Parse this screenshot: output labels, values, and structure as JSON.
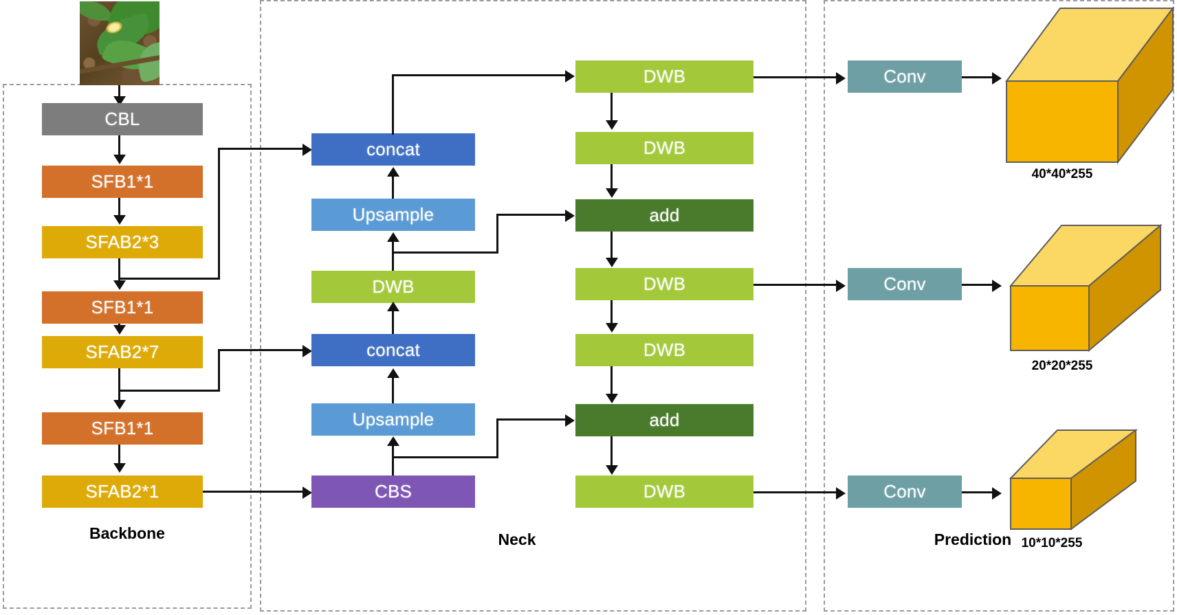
{
  "groups": [
    {
      "label": "Backbone"
    },
    {
      "label": "Neck"
    },
    {
      "label": "Prediction"
    }
  ],
  "backbone": {
    "blocks": [
      {
        "label": "CBL",
        "color": "#7d7d7d"
      },
      {
        "label": "SFB1*1",
        "color": "#d3712b"
      },
      {
        "label": "SFAB2*3",
        "color": "#ddaa07"
      },
      {
        "label": "SFB1*1",
        "color": "#d3712b"
      },
      {
        "label": "SFAB2*7",
        "color": "#ddaa07"
      },
      {
        "label": "SFB1*1",
        "color": "#d3712b"
      },
      {
        "label": "SFAB2*1",
        "color": "#ddaa07"
      }
    ]
  },
  "neck": {
    "left_column": [
      {
        "label": "concat",
        "color": "#3f6fc4"
      },
      {
        "label": "Upsample",
        "color": "#5b9bd5"
      },
      {
        "label": "DWB",
        "color": "#a3c93a"
      },
      {
        "label": "concat",
        "color": "#3f6fc4"
      },
      {
        "label": "Upsample",
        "color": "#5b9bd5"
      },
      {
        "label": "CBS",
        "color": "#7e57b5"
      }
    ],
    "right_column": [
      {
        "label": "DWB",
        "color": "#a3c93a"
      },
      {
        "label": "DWB",
        "color": "#a3c93a"
      },
      {
        "label": "add",
        "color": "#4a7a2c"
      },
      {
        "label": "DWB",
        "color": "#a3c93a"
      },
      {
        "label": "DWB",
        "color": "#a3c93a"
      },
      {
        "label": "add",
        "color": "#4a7a2c"
      },
      {
        "label": "DWB",
        "color": "#a3c93a"
      }
    ]
  },
  "prediction": {
    "heads": [
      {
        "conv_label": "Conv",
        "output_label": "40*40*255"
      },
      {
        "conv_label": "Conv",
        "output_label": "20*20*255"
      },
      {
        "conv_label": "Conv",
        "output_label": "10*10*255"
      }
    ],
    "cuboid_colors": {
      "front": "#f7b500",
      "top": "#fbd763",
      "side": "#cf9400",
      "stroke": "#5d5d5d"
    }
  },
  "input": {
    "alt": "leaf-photo"
  },
  "icons": {
    "arrow": "arrow-icon"
  }
}
